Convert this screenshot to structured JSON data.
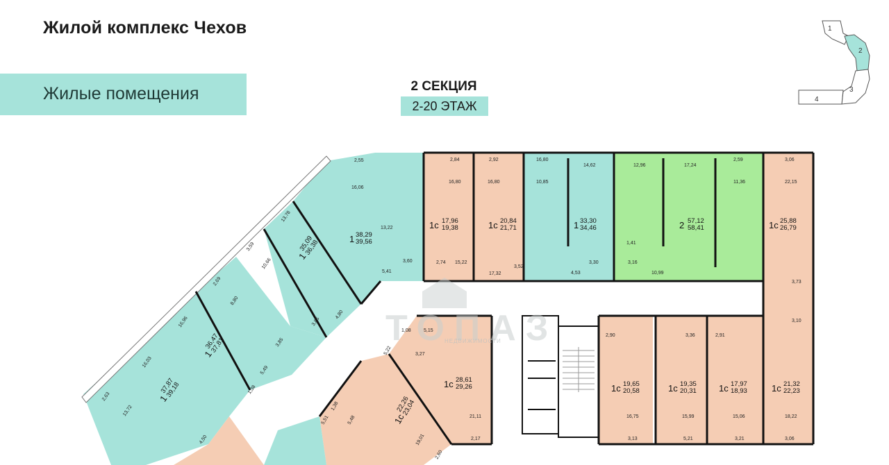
{
  "header": {
    "title": "Жилой комплекс Чехов",
    "banner": "Жилые помещения",
    "section": "2 СЕКЦИЯ",
    "floors": "2-20 ЭТАЖ"
  },
  "colors": {
    "teal": "#a6e3da",
    "green": "#a9eb9a",
    "peach": "#f5cdb4",
    "wall": "#111111"
  },
  "key_plan": {
    "sections": [
      "1",
      "2",
      "3",
      "4"
    ],
    "highlighted": "2"
  },
  "watermark": {
    "logo": "ТОПАЗ",
    "tagline": "НЕДВИЖИМОСТИ"
  },
  "apartments": [
    {
      "id": "t1",
      "type": "1",
      "area": "38,29",
      "total": "39,56"
    },
    {
      "id": "t2",
      "type": "1",
      "area": "35,09",
      "total": "36,38"
    },
    {
      "id": "t3",
      "type": "1",
      "area": "36,47",
      "total": "37,81"
    },
    {
      "id": "t4",
      "type": "1",
      "area": "37,87",
      "total": "39,18"
    },
    {
      "id": "p1",
      "type": "1с",
      "area": "17,96",
      "total": "19,38"
    },
    {
      "id": "p2",
      "type": "1с",
      "area": "20,84",
      "total": "21,71"
    },
    {
      "id": "t5",
      "type": "1",
      "area": "33,30",
      "total": "34,46"
    },
    {
      "id": "g1",
      "type": "2",
      "area": "57,12",
      "total": "58,41"
    },
    {
      "id": "p3",
      "type": "1с",
      "area": "25,88",
      "total": "26,79"
    },
    {
      "id": "p4",
      "type": "1с",
      "area": "28,61",
      "total": "29,26"
    },
    {
      "id": "p5",
      "type": "1с",
      "area": "22,26",
      "total": "23,04"
    },
    {
      "id": "p6",
      "type": "1с",
      "area": "19,65",
      "total": "20,58"
    },
    {
      "id": "p7",
      "type": "1с",
      "area": "19,35",
      "total": "20,31"
    },
    {
      "id": "p8",
      "type": "1с",
      "area": "17,97",
      "total": "18,93"
    },
    {
      "id": "p9",
      "type": "1с",
      "area": "21,32",
      "total": "22,23"
    }
  ],
  "rooms": [
    "2,55",
    "16,06",
    "13,22",
    "5,41",
    "3,60",
    "13,78",
    "3,59",
    "10,66",
    "2,69",
    "8,80",
    "4,80",
    "3,85",
    "3,85",
    "16,96",
    "5,49",
    "1,38",
    "2,63",
    "16,03",
    "13,72",
    "4,50",
    "2,84",
    "16,80",
    "2,74",
    "15,22",
    "2,92",
    "16,80",
    "17,32",
    "3,52",
    "16,80",
    "10,85",
    "14,62",
    "4,53",
    "3,30",
    "12,96",
    "17,24",
    "2,59",
    "11,36",
    "1,41",
    "3,16",
    "10,99",
    "3,06",
    "22,15",
    "3,73",
    "3,10",
    "2,90",
    "16,75",
    "3,13",
    "3,36",
    "15,99",
    "5,21",
    "2,91",
    "15,06",
    "3,21",
    "18,22",
    "3,06",
    "1,08",
    "5,15",
    "3,27",
    "21,11",
    "2,17",
    "5,22",
    "1,38",
    "5,51",
    "5,48",
    "19,01",
    "2,60"
  ]
}
